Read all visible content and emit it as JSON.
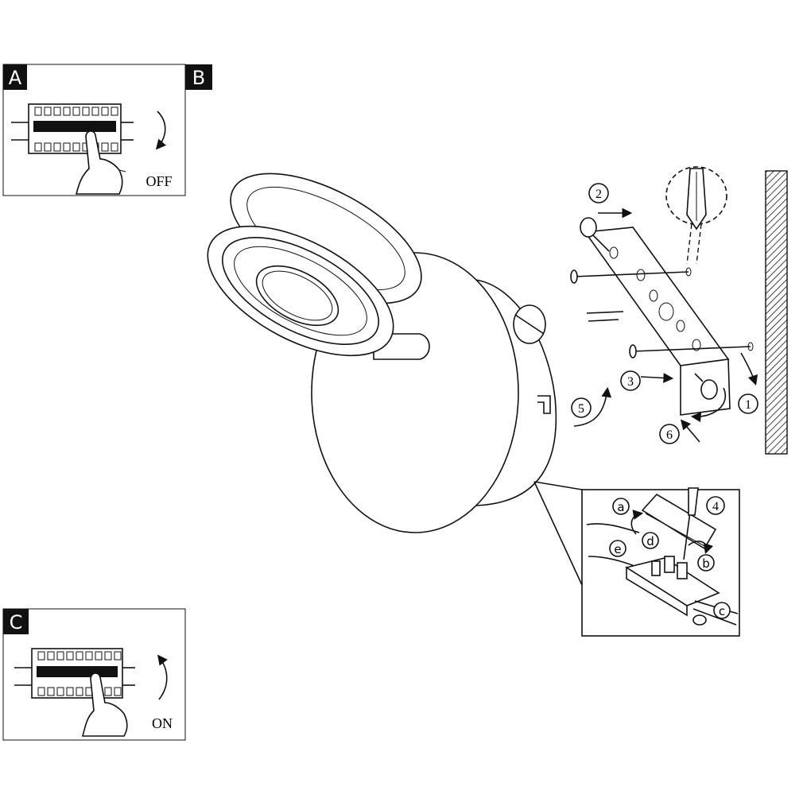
{
  "panels": {
    "A": {
      "letter": "A"
    },
    "B": {
      "letter": "B",
      "switch_label": "OFF"
    },
    "C": {
      "letter": "C",
      "switch_label": "ON"
    }
  },
  "steps": {
    "s1": "1",
    "s2": "2",
    "s3": "3",
    "s4": "4",
    "s5": "5",
    "s6": "6"
  },
  "detail": {
    "a": "a",
    "b": "b",
    "c": "c",
    "d": "d",
    "e": "e"
  }
}
